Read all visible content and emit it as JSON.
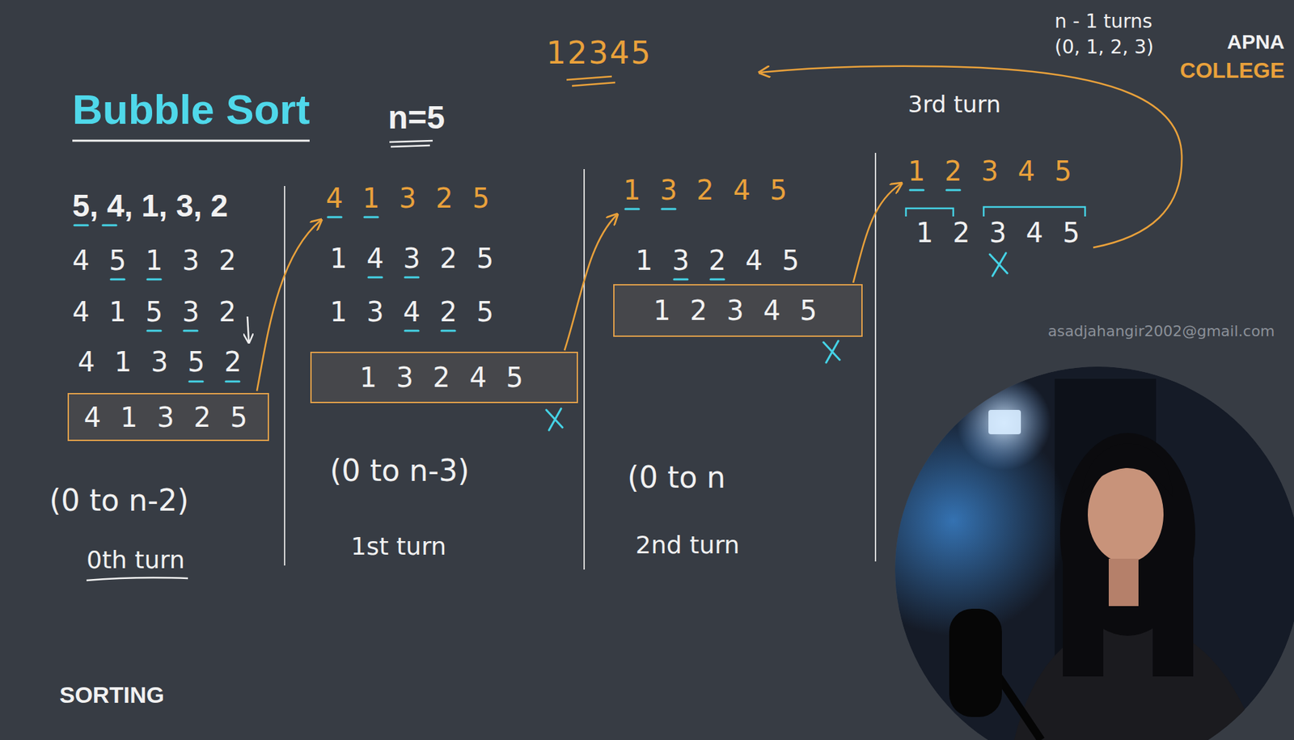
{
  "diagram": {
    "title": "Bubble Sort",
    "nodes": [
      {
        "text": [
          "4 1 3 2 5"
        ]
      },
      {
        "text": [
          "1 3 2 4 5"
        ]
      },
      {
        "text": [
          "1 2 3 4 5"
        ]
      }
    ],
    "labels": [
      "12345",
      "n=5",
      "5, 4, 1, 3, 2",
      "4 5 1 3 2",
      "4 1 5 3 2",
      "4 1 3 5 2",
      "(0 to n-2)",
      "0th turn",
      "4 1 3 2 5",
      "1 4 3 2 5",
      "1 3 4 2 5",
      "(0 to n-3)",
      "1st turn",
      "1 3 2 4 5",
      "1 3 2 4 5",
      "(0 to n",
      "2nd turn",
      "3rd turn",
      "1 2 3 4 5",
      "1 2 3 4 5",
      "n - 1 turns",
      "(0, 1, 2, 3)",
      "APNA",
      "COLLEGE",
      "asadjahangir2002@gmail.com",
      "SORTING"
    ]
  }
}
